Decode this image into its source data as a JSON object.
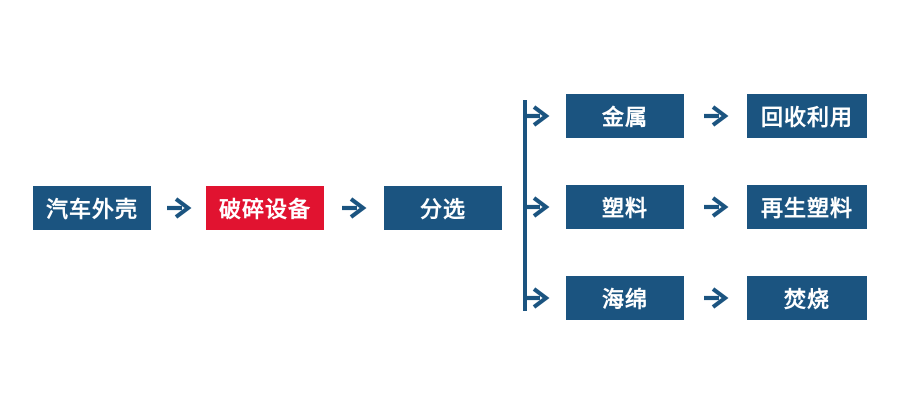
{
  "diagram": {
    "type": "flowchart",
    "colors": {
      "node_blue": "#1B5480",
      "node_red": "#E11330",
      "arrow": "#1B5480",
      "text": "#FFFFFF",
      "background": "#FFFFFF"
    },
    "icons": {
      "flow_arrow": "→"
    },
    "main_flow": [
      {
        "label": "汽车外壳",
        "variant": "blue"
      },
      {
        "label": "破碎设备",
        "variant": "red"
      },
      {
        "label": "分选",
        "variant": "blue"
      }
    ],
    "branches": [
      {
        "material": "金属",
        "result": "回收利用"
      },
      {
        "material": "塑料",
        "result": "再生塑料"
      },
      {
        "material": "海绵",
        "result": "焚烧"
      }
    ]
  }
}
